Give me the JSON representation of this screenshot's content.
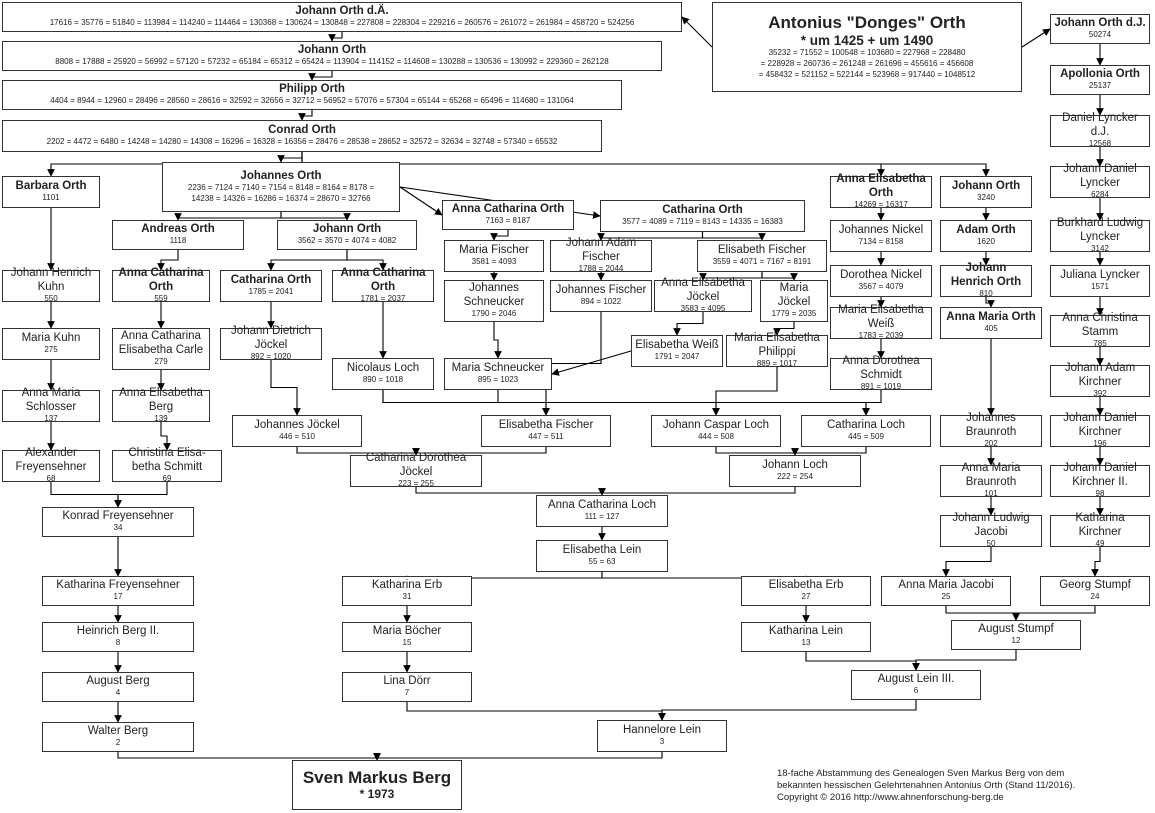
{
  "caption": {
    "line1": "18-fache Abstammung des Genealogen Sven Markus Berg von dem",
    "line2": "bekannten hessischen Gelehrtenahnen Antonius Orth (Stand 11/2016).",
    "line3": "Copyright © 2016 http://www.ahnenforschung-berg.de"
  },
  "people": {
    "antonius": {
      "name": "Antonius \"Donges\" Orth",
      "sub": "* um 1425 + um 1490",
      "nums": "35232 = 71552 = 100548 = 103680 = 227968 = 228480\n= 228928 = 260736 = 261248 = 261696 = 455616 = 456608\n= 458432 = 521152 = 522144 = 523968 = 917440 = 1048512"
    },
    "jo_da": {
      "name": "Johann Orth d.Ä.",
      "nums": "17616 = 35776 = 51840 = 113984 = 114240 = 114464 = 130368 = 130624 = 130848 = 227808 = 228304 = 229216 = 260576 = 261072 = 261984 = 458720 = 524256"
    },
    "johann_a": {
      "name": "Johann Orth",
      "nums": "8808 = 17888 = 25920 = 56992 = 57120 = 57232 = 65184 = 65312 = 65424 = 113904 = 114152 = 114608 = 130288 = 130536 = 130992 = 229360 = 262128"
    },
    "philipp": {
      "name": "Philipp Orth",
      "nums": "4404 = 8944 = 12960 = 28496 = 28560 = 28616 = 32592 = 32656 = 32712 = 56952 = 57076 = 57304 = 65144 = 65268 = 65496 = 114680 = 131064"
    },
    "conrad": {
      "name": "Conrad Orth",
      "nums": "2202 = 4472 = 6480 = 14248 = 14280 = 14308 = 16296 = 16328 = 16356 = 28476 = 28538 = 28652 = 32572 = 32634 = 32748 = 57340 = 65532"
    },
    "barbara": {
      "name": "Barbara Orth",
      "nums": "1101"
    },
    "jh_kuhn": {
      "name": "Johann Henrich Kuhn",
      "nums": "550"
    },
    "maria_kuhn": {
      "name": "Maria Kuhn",
      "nums": "275"
    },
    "am_schlosser": {
      "name": "Anna Maria Schlosser",
      "nums": "137"
    },
    "alex": {
      "name": "Alexander Freyensehner",
      "nums": "68"
    },
    "konrad": {
      "name": "Konrad Freyensehner",
      "nums": "34"
    },
    "katharina_f": {
      "name": "Katharina Freyensehner",
      "nums": "17"
    },
    "heinrich_berg": {
      "name": "Heinrich Berg II.",
      "nums": "8"
    },
    "august_berg": {
      "name": "August Berg",
      "nums": "4"
    },
    "walter": {
      "name": "Walter Berg",
      "nums": "2"
    },
    "sven": {
      "name": "Sven Markus Berg",
      "sub": "* 1973"
    },
    "johannes_o": {
      "name": "Johannes Orth",
      "nums": "2236 = 7124 = 7140 = 7154 = 8148 = 8164 = 8178 =\n14238 = 14326 = 16286 = 16374 = 28670 = 32766"
    },
    "andreas": {
      "name": "Andreas Orth",
      "nums": "1118"
    },
    "ac_orth559": {
      "name": "Anna Catharina Orth",
      "nums": "559"
    },
    "ac_carle": {
      "name": "Anna Catharina Elisabetha Carle",
      "nums": "279"
    },
    "ae_berg": {
      "name": "Anna Elisabetha Berg",
      "nums": "139"
    },
    "c_schmitt": {
      "name": "Christina Elisa-\nbetha Schmitt",
      "nums": "69"
    },
    "johann_b": {
      "name": "Johann Orth",
      "nums": "3562 = 3570 = 4074 = 4082"
    },
    "cath_orth1785": {
      "name": "Catharina Orth",
      "nums": "1785 = 2041"
    },
    "ac_orth1781": {
      "name": "Anna Catharina Orth",
      "nums": "1781 = 2037"
    },
    "jd_jockel": {
      "name": "Johann Dietrich Jöckel",
      "nums": "892 = 1020"
    },
    "nic_loch": {
      "name": "Nicolaus Loch",
      "nums": "890 = 1018"
    },
    "johs_jockel": {
      "name": "Johannes Jöckel",
      "nums": "446 = 510"
    },
    "cd_jockel": {
      "name": "Catharina Dorothea Jöckel",
      "nums": "223 = 255"
    },
    "ac_orth7163": {
      "name": "Anna Catharina Orth",
      "nums": "7163 = 8187"
    },
    "maria_fischer": {
      "name": "Maria Fischer",
      "nums": "3581 = 4093"
    },
    "johs_schneucker": {
      "name": "Johannes Schneucker",
      "nums": "1790 = 2046"
    },
    "maria_schneucker": {
      "name": "Maria Schneucker",
      "nums": "895 = 1023"
    },
    "cath_orth3577": {
      "name": "Catharina Orth",
      "nums": "3577 = 4089 = 7119 = 8143 = 14335 = 16383"
    },
    "ja_fischer": {
      "name": "Johann Adam Fischer",
      "nums": "1788 = 2044"
    },
    "johs_fischer": {
      "name": "Johannes Fischer",
      "nums": "894 = 1022"
    },
    "el_fischer447": {
      "name": "Elisabetha Fischer",
      "nums": "447 = 511"
    },
    "el_fischer3559": {
      "name": "Elisabeth Fischer",
      "nums": "3559 = 4071 = 7167 = 8191"
    },
    "ae_jockel": {
      "name": "Anna Elisabetha Jöckel",
      "nums": "3583 = 4095"
    },
    "maria_jockel": {
      "name": "Maria Jöckel",
      "nums": "1779 = 2035"
    },
    "el_weiss1791": {
      "name": "Elisabetha Weiß",
      "nums": "1791 = 2047"
    },
    "me_philippi": {
      "name": "Maria Elisabetha Philippi",
      "nums": "889 = 1017"
    },
    "jc_loch": {
      "name": "Johann Caspar Loch",
      "nums": "444 = 508"
    },
    "johann_loch": {
      "name": "Johann Loch",
      "nums": "222 = 254"
    },
    "ac_loch": {
      "name": "Anna Catharina Loch",
      "nums": "111 = 127"
    },
    "el_lein": {
      "name": "Elisabetha Lein",
      "nums": "55 = 63"
    },
    "kath_erb": {
      "name": "Katharina Erb",
      "nums": "31"
    },
    "maria_bocher": {
      "name": "Maria Böcher",
      "nums": "15"
    },
    "lina": {
      "name": "Lina Dörr",
      "nums": "7"
    },
    "hannelore": {
      "name": "Hannelore Lein",
      "nums": "3"
    },
    "ae_orth14269": {
      "name": "Anna Elisabetha Orth",
      "nums": "14269 = 16317"
    },
    "johs_nickel": {
      "name": "Johannes Nickel",
      "nums": "7134 = 8158"
    },
    "dor_nickel": {
      "name": "Dorothea Nickel",
      "nums": "3567 = 4079"
    },
    "me_weiss": {
      "name": "Maria Elisabetha Weiß",
      "nums": "1783 = 2039"
    },
    "ad_schmidt": {
      "name": "Anna Dorothea Schmidt",
      "nums": "891 = 1019"
    },
    "cath_loch": {
      "name": "Catharina Loch",
      "nums": "445 = 509"
    },
    "el_erb": {
      "name": "Elisabetha Erb",
      "nums": "27"
    },
    "kath_lein": {
      "name": "Katharina Lein",
      "nums": "13"
    },
    "august_lein": {
      "name": "August Lein III.",
      "nums": "6"
    },
    "johann_c": {
      "name": "Johann Orth",
      "nums": "3240"
    },
    "adam_orth": {
      "name": "Adam Orth",
      "nums": "1620"
    },
    "jh_orth": {
      "name": "Johann Henrich Orth",
      "nums": "810"
    },
    "am_orth": {
      "name": "Anna Maria Orth",
      "nums": "405"
    },
    "johs_braunroth": {
      "name": "Johannes Braunroth",
      "nums": "202"
    },
    "am_braunroth": {
      "name": "Anna Maria Braunroth",
      "nums": "101"
    },
    "jl_jacobi": {
      "name": "Johann Ludwig Jacobi",
      "nums": "50"
    },
    "am_jacobi": {
      "name": "Anna Maria Jacobi",
      "nums": "25"
    },
    "august_stumpf": {
      "name": "August Stumpf",
      "nums": "12"
    },
    "jo_dj": {
      "name": "Johann Orth d.J.",
      "nums": "50274"
    },
    "apollonia": {
      "name": "Apollonia Orth",
      "nums": "25137"
    },
    "dl_dj": {
      "name": "Daniel Lyncker d.J.",
      "nums": "12568"
    },
    "jd_lyncker": {
      "name": "Johann Daniel Lyncker",
      "nums": "6284"
    },
    "bl_lyncker": {
      "name": "Burkhard Ludwig Lyncker",
      "nums": "3142"
    },
    "juliana": {
      "name": "Juliana Lyncker",
      "nums": "1571"
    },
    "ac_stamm": {
      "name": "Anna Christina Stamm",
      "nums": "785"
    },
    "ja_kirchner": {
      "name": "Johann Adam Kirchner",
      "nums": "392"
    },
    "jd_kirchner196": {
      "name": "Johann Daniel Kirchner",
      "nums": "196"
    },
    "jd_kirchner2": {
      "name": "Johann Daniel Kirchner II.",
      "nums": "98"
    },
    "kath_kirchner": {
      "name": "Katharina Kirchner",
      "nums": "49"
    },
    "georg": {
      "name": "Georg Stumpf",
      "nums": "24"
    }
  }
}
